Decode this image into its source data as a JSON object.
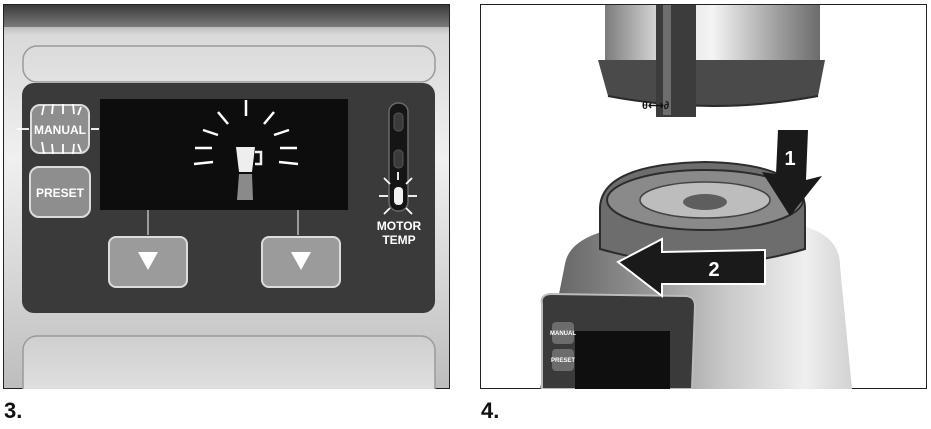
{
  "figures": [
    {
      "number": "3.",
      "display": {
        "manual_label": "MANUAL",
        "preset_label": "PRESET",
        "motor_temp_line1": "MOTOR",
        "motor_temp_line2": "TEMP"
      }
    },
    {
      "number": "4.",
      "steps": [
        "1",
        "2"
      ],
      "lock_icon": "lock-unlock-arrow",
      "base_labels": [
        "MANUAL",
        "PRESET"
      ]
    }
  ],
  "colors": {
    "panel_dark": "#3a3a3a",
    "screen": "#0d0d0d",
    "steel_light": "#e9e9e9",
    "steel_mid": "#a9a9a9",
    "button_gray": "#9b9b9b"
  }
}
